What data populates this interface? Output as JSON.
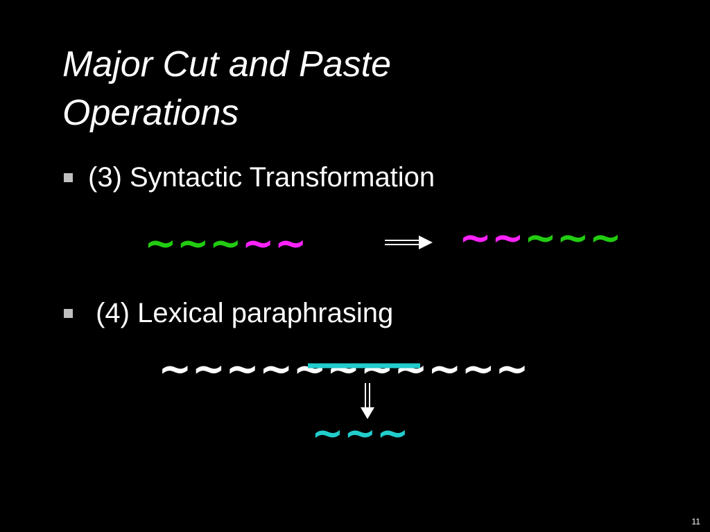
{
  "slide": {
    "title_line1": "Major Cut and Paste",
    "title_line2": "Operations",
    "bullets": [
      {
        "label": "(3) Syntactic Transformation"
      },
      {
        "label": " (4) Lexical paraphrasing"
      }
    ],
    "page_number": "11"
  },
  "colors": {
    "background": "#000000",
    "text": "#ffffff",
    "bullet_marker": "#bfbfbf",
    "green": "#22cc11",
    "magenta": "#ff22ff",
    "cyan": "#22cccc"
  }
}
